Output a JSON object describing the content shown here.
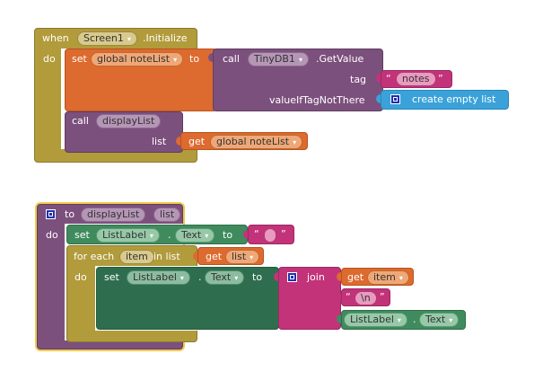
{
  "block1": {
    "event_keyword": "when",
    "component": "Screen1",
    "event_name": ".Initialize",
    "do_keyword": "do",
    "set_keyword": "set",
    "variable": "global noteList",
    "to_keyword": "to",
    "call_keyword": "call",
    "db_component": "TinyDB1",
    "db_method": ".GetValue",
    "tag_label": "tag",
    "tag_value": "notes",
    "quote_open": "“",
    "quote_close": "”",
    "value_if_label": "valueIfTagNotThere",
    "empty_list_label": "create empty list",
    "call2_keyword": "call",
    "procedure_name": "displayList",
    "list_label": "list",
    "get_keyword": "get",
    "get_variable": "global noteList"
  },
  "block2": {
    "to_keyword": "to",
    "procedure_name": "displayList",
    "param": "list",
    "do_keyword": "do",
    "set_keyword": "set",
    "component": "ListLabel",
    "dot": ".",
    "property": "Text",
    "to2_keyword": "to",
    "quote_open": "“",
    "quote_close": "”",
    "for_each_keyword": "for each",
    "item_var": "item",
    "in_list_keyword": "in list",
    "get_keyword": "get",
    "get_list": "list",
    "do2_keyword": "do",
    "inner_set_keyword": "set",
    "inner_component": "ListLabel",
    "inner_property": "Text",
    "inner_to_keyword": "to",
    "join_keyword": "join",
    "join_get_keyword": "get",
    "join_get_var": "item",
    "newline_text": "\\n",
    "final_component": "ListLabel",
    "final_property": "Text"
  },
  "colors": {
    "event": "#b19b3b",
    "procedure": "#7c507d",
    "variable": "#dd6a2e",
    "component": "#2e6e4e",
    "text": "#c2337a",
    "list": "#3aa2d9"
  }
}
